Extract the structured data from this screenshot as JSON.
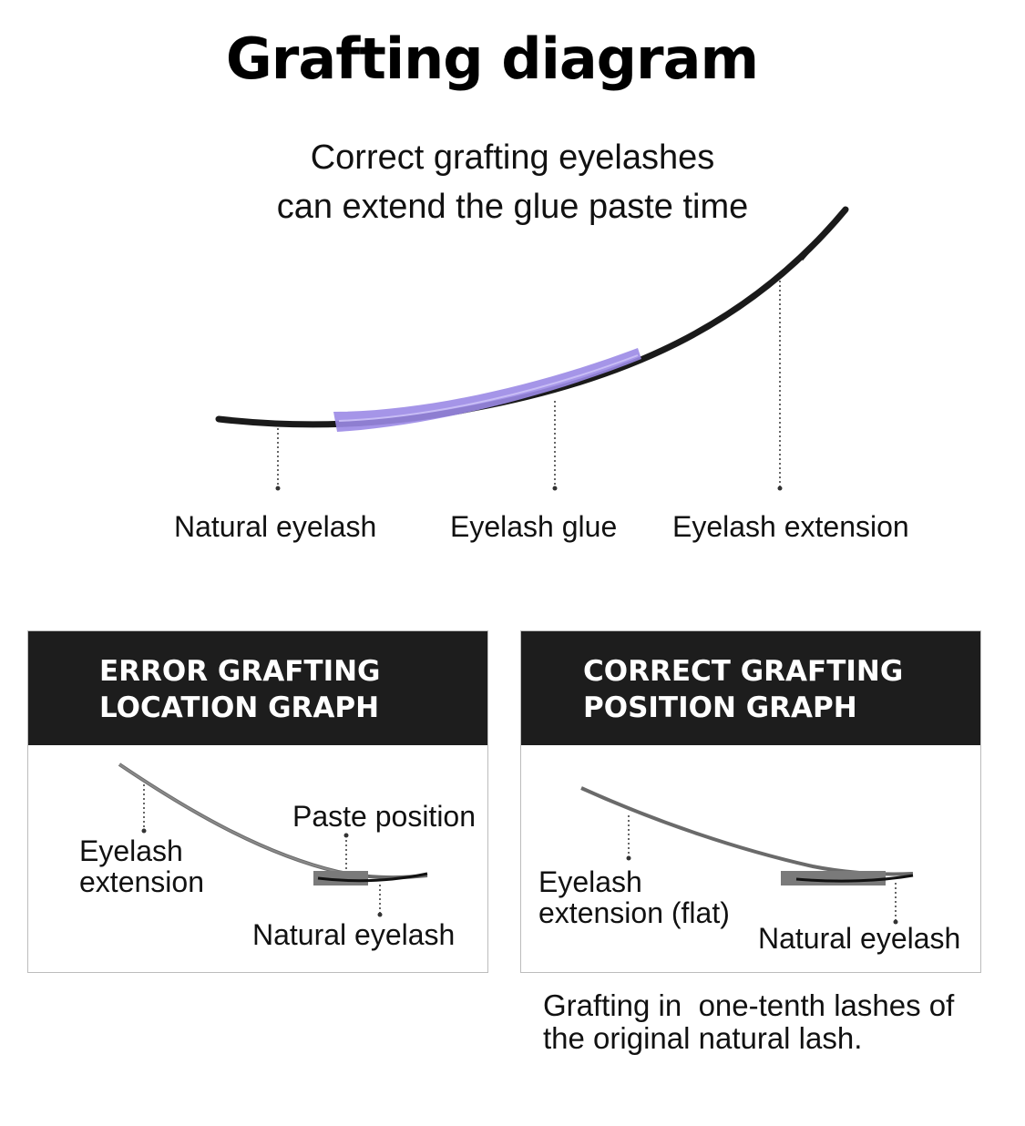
{
  "title": "Grafting diagram",
  "subtitle": {
    "line1": "Correct grafting eyelashes",
    "line2": "can extend the glue paste time"
  },
  "main_diagram": {
    "labels": {
      "natural": "Natural eyelash",
      "glue": "Eyelash glue",
      "extension": "Eyelash extension"
    },
    "colors": {
      "lash": "#1a1a1a",
      "glue": "#9b8ae6"
    }
  },
  "error_panel": {
    "header": "ERROR GRAFTING\nLOCATION GRAPH",
    "labels": {
      "extension": "Eyelash\nextension",
      "paste": "Paste position",
      "natural": "Natural eyelash"
    }
  },
  "correct_panel": {
    "header": "CORRECT GRAFTING\nPOSITION GRAPH",
    "labels": {
      "extension": "Eyelash\nextension (flat)",
      "natural": "Natural eyelash"
    }
  },
  "note": {
    "line1": "Grafting in  one-tenth lashes of",
    "line2": "the original natural lash."
  },
  "colors": {
    "header_bg": "#1d1d1d",
    "paste_block": "#7a7a7a"
  }
}
